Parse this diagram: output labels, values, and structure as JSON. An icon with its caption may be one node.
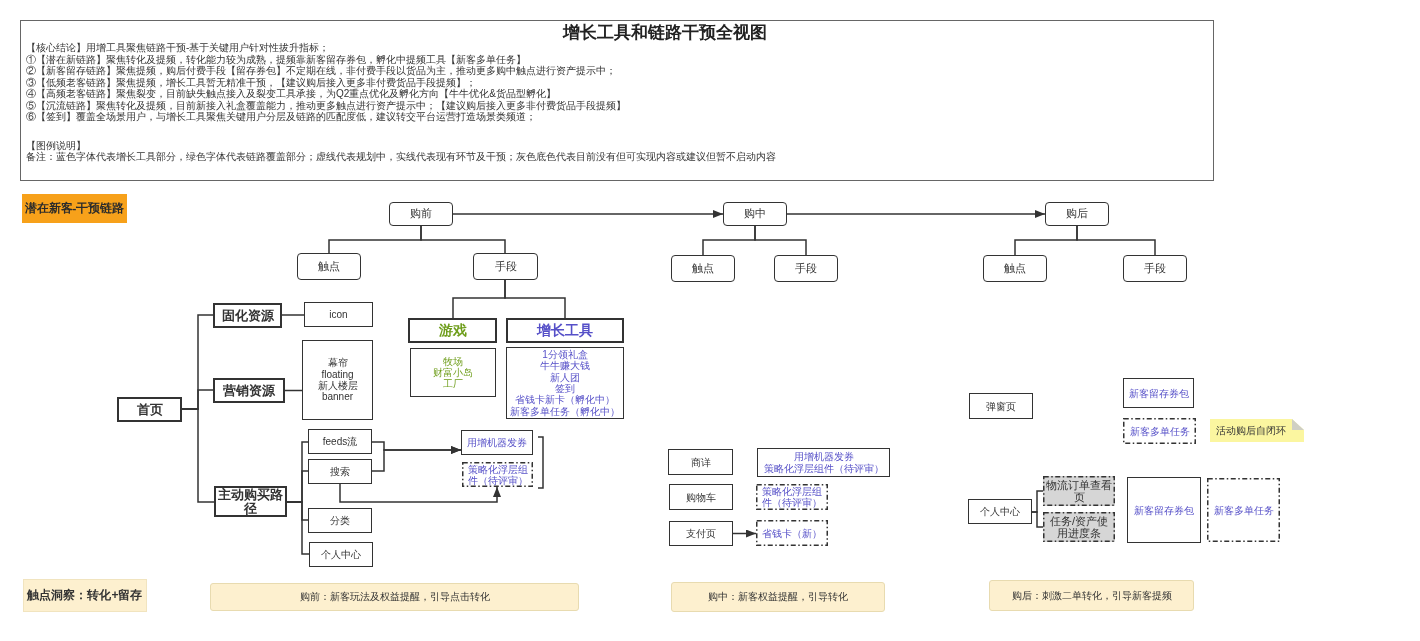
{
  "diagram": {
    "title": "增长工具和链路干预全视图",
    "nodes": [
      {
        "text": [
          "【核心结论】用增工具聚焦链路干预-基于关键用户针对性拔升指标；",
          "①【潜在新链路】聚焦转化及提频，转化能力较为成熟，提频靠新客留存券包，孵化中提频工具【新客多单任务】",
          "②【新客留存链路】聚焦提频，购后付费手段【留存券包】不定期在线，非付费手段以货品为主，推动更多购中触点进行资产提示中；",
          "③【低频老客链路】聚焦提频，增长工具暂无精准干预，【建议购后接入更多非付费货品手段提频】；",
          "④【高频老客链路】聚焦裂变，目前缺失触点接入及裂变工具承接，为Q2重点优化及孵化方向【牛牛优化&货品型孵化】",
          "⑤【沉流链路】聚焦转化及提频，目前新接入礼盒覆盖能力，推动更多触点进行资产提示中；【建议购后接入更多非付费货品手段提频】",
          "⑥【签到】覆盖全场景用户，与增长工具聚焦关键用户分层及链路的匹配度低，建议转交平台运营打造场景类频道；",
          "【图例说明】",
          "备注：蓝色字体代表增长工具部分，绿色字体代表链路覆盖部分；虚线代表规划中，实线代表现有环节及干预；灰色底色代表目前没有但可实现内容或建议但暂不启动内容"
        ]
      },
      {
        "text": [
          "潜在新客-干预链路"
        ]
      },
      {
        "text": [
          "购前"
        ]
      },
      {
        "text": [
          "购中"
        ]
      },
      {
        "text": [
          "购后"
        ]
      },
      {
        "text": [
          "触点"
        ]
      },
      {
        "text": [
          "手段"
        ]
      },
      {
        "text": [
          "触点"
        ]
      },
      {
        "text": [
          "手段"
        ]
      },
      {
        "text": [
          "触点"
        ]
      },
      {
        "text": [
          "手段"
        ]
      },
      {
        "text": [
          "固化资源"
        ]
      },
      {
        "text": [
          "icon"
        ]
      },
      {
        "text": [
          "游戏"
        ]
      },
      {
        "text": [
          "增长工具"
        ]
      },
      {
        "text": [
          "营销资源"
        ]
      },
      {
        "text": [
          "幕帘",
          "floating",
          "新人楼层",
          "banner"
        ]
      },
      {
        "text": [
          "牧场",
          "财富小岛",
          "工厂"
        ]
      },
      {
        "text": [
          "1分领礼盒",
          "牛牛赚大钱",
          "新人团",
          "签到",
          "省钱卡新卡（孵化中）",
          "新客多单任务（孵化中）"
        ]
      },
      {
        "text": [
          "首页"
        ]
      },
      {
        "text": [
          "feeds流"
        ]
      },
      {
        "text": [
          "用增机器发券"
        ]
      },
      {
        "text": [
          "搜索"
        ]
      },
      {
        "text": [
          "策略化浮层组件（待评审）"
        ]
      },
      {
        "text": [
          "主动购买路径"
        ]
      },
      {
        "text": [
          "分类"
        ]
      },
      {
        "text": [
          "个人中心"
        ]
      },
      {
        "text": [
          "商详"
        ]
      },
      {
        "text": [
          "用增机器发券",
          "策略化浮层组件（待评审）"
        ]
      },
      {
        "text": [
          "购物车"
        ]
      },
      {
        "text": [
          "策略化浮层组件（待评审）"
        ]
      },
      {
        "text": [
          "支付页"
        ]
      },
      {
        "text": [
          "省钱卡（新）"
        ]
      },
      {
        "text": [
          "弹窗页"
        ]
      },
      {
        "text": [
          "新客留存券包"
        ]
      },
      {
        "text": [
          "新客多单任务"
        ]
      },
      {
        "text": [
          "活动购后自闭环"
        ]
      },
      {
        "text": [
          "个人中心"
        ]
      },
      {
        "text": [
          "物流订单查看页"
        ]
      },
      {
        "text": [
          "任务/资产使用进度条"
        ]
      },
      {
        "text": [
          "新客留存券包"
        ]
      },
      {
        "text": [
          "新客多单任务"
        ]
      },
      {
        "text": [
          "触点洞察：转化+留存"
        ]
      },
      {
        "text": [
          "购前：新客玩法及权益提醒，引导点击转化"
        ]
      },
      {
        "text": [
          "购中：新客权益提醒，引导转化"
        ]
      },
      {
        "text": [
          "购后：刺激二单转化，引导新客提频"
        ]
      }
    ],
    "edges": [
      {
        "from": 2,
        "to": 3,
        "arrow": "to"
      },
      {
        "from": 3,
        "to": 4,
        "arrow": "to"
      },
      {
        "from": 2,
        "to": 5,
        "arrow": "none"
      },
      {
        "from": 2,
        "to": 6,
        "arrow": "none"
      },
      {
        "from": 3,
        "to": 7,
        "arrow": "none"
      },
      {
        "from": 3,
        "to": 8,
        "arrow": "none"
      },
      {
        "from": 4,
        "to": 9,
        "arrow": "none"
      },
      {
        "from": 4,
        "to": 10,
        "arrow": "none"
      },
      {
        "from": 6,
        "to": 13,
        "arrow": "none"
      },
      {
        "from": 6,
        "to": 14,
        "arrow": "none"
      },
      {
        "from": 19,
        "to": 11,
        "arrow": "none"
      },
      {
        "from": 19,
        "to": 15,
        "arrow": "none"
      },
      {
        "from": 19,
        "to": 24,
        "arrow": "none"
      },
      {
        "from": 11,
        "to": 12,
        "arrow": "none"
      },
      {
        "from": 15,
        "to": 16,
        "arrow": "none"
      },
      {
        "from": 24,
        "to": 20,
        "arrow": "none"
      },
      {
        "from": 24,
        "to": 22,
        "arrow": "none"
      },
      {
        "from": 24,
        "to": 25,
        "arrow": "none"
      },
      {
        "from": 24,
        "to": 26,
        "arrow": "none"
      },
      {
        "from": 20,
        "to": 21,
        "arrow": "to"
      },
      {
        "from": 22,
        "to": 21,
        "arrow": "to"
      },
      {
        "from": 22,
        "to": 23,
        "arrow": "to"
      },
      {
        "from": 31,
        "to": 32,
        "arrow": "to"
      },
      {
        "from": 37,
        "to": 38,
        "arrow": "none"
      },
      {
        "from": 37,
        "to": 39,
        "arrow": "none"
      }
    ]
  }
}
